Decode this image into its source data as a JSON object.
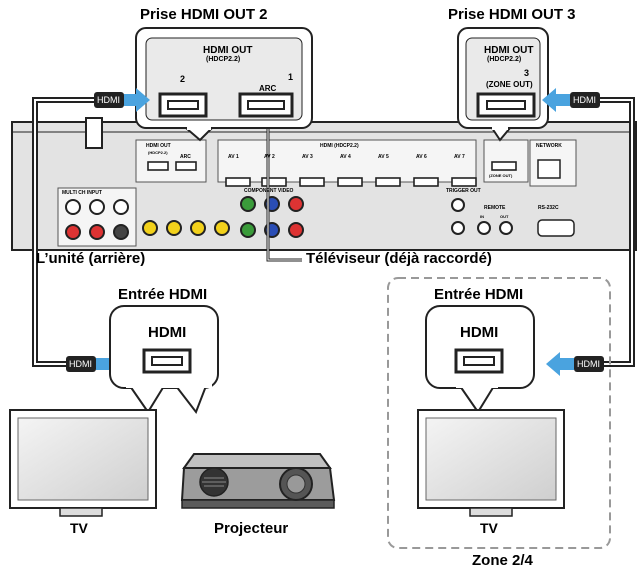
{
  "labels": {
    "out2_title": "Prise HDMI OUT 2",
    "out3_title": "Prise HDMI OUT 3",
    "unit_rear": "L’unité (arrière)",
    "tv_connected": "Téléviseur (déjà raccordé)",
    "hdmi_input_left": "Entrée HDMI",
    "hdmi_input_right": "Entrée HDMI",
    "tv_left": "TV",
    "projector": "Projecteur",
    "tv_right": "TV",
    "zone": "Zone 2/4"
  },
  "zoom_out2": {
    "title": "HDMI OUT",
    "sub": "(HDCP2.2)",
    "port2": "2",
    "port1": "1",
    "arc": "ARC"
  },
  "zoom_out3": {
    "title": "HDMI OUT",
    "sub": "(HDCP2.2)",
    "port3": "3",
    "zone_out": "(ZONE OUT)"
  },
  "bubble_left": {
    "text": "HDMI"
  },
  "bubble_right": {
    "text": "HDMI"
  },
  "plug_text": "HDMI",
  "unit_panel": {
    "hdmi_out": "HDMI OUT",
    "hdcp": "(HDCP2.2)",
    "arc": "ARC",
    "hdmi_in_header": "HDMI (HDCP2.2)",
    "av1": "AV 1",
    "av2": "AV 2",
    "av3": "AV 3",
    "av4": "AV 4",
    "av5": "AV 5",
    "av6": "AV 6",
    "av7": "AV 7",
    "zone_out": "(ZONE OUT)",
    "network": "NETWORK",
    "multi_ch": "MULTI CH INPUT",
    "component": "COMPONENT VIDEO",
    "trigger": "TRIGGER OUT",
    "remote": "REMOTE",
    "in": "IN",
    "out": "OUT",
    "rs232c": "RS-232C"
  },
  "colors": {
    "arrow": "#4aa3df",
    "panel": "#e6e6e6",
    "dark": "#222222",
    "dashed": "#999999"
  }
}
